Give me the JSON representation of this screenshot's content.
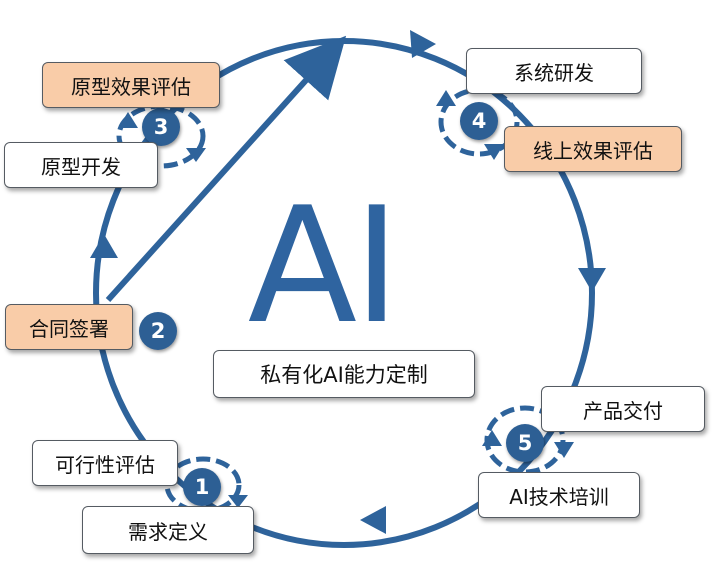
{
  "center": {
    "title": "AI",
    "subtitle": "私有化AI能力定制"
  },
  "stages": [
    {
      "num": "1",
      "labels": [
        "可行性评估",
        "需求定义"
      ]
    },
    {
      "num": "2",
      "labels": [
        "合同签署"
      ]
    },
    {
      "num": "3",
      "labels": [
        "原型效果评估",
        "原型开发"
      ]
    },
    {
      "num": "4",
      "labels": [
        "系统研发",
        "线上效果评估"
      ]
    },
    {
      "num": "5",
      "labels": [
        "产品交付",
        "AI技术培训"
      ]
    }
  ],
  "colors": {
    "ring": "#2e639b",
    "badge": "#2d5f94",
    "highlight_box": "#f9cca8",
    "title": "#2f64a0"
  }
}
